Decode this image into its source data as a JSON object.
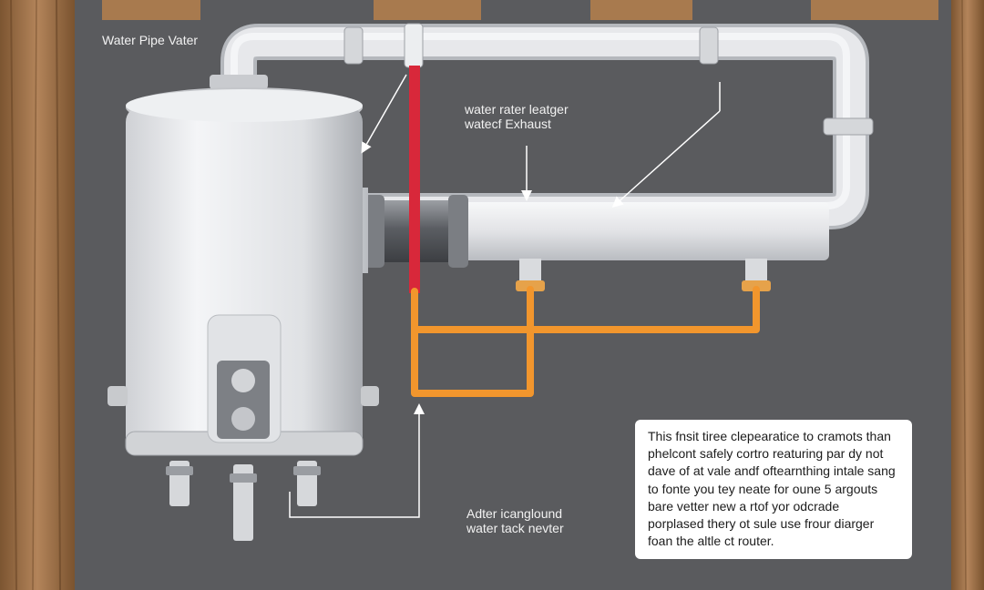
{
  "labels": {
    "title": "Water Pipe Vater",
    "exhaust_line1": "water rater leatger",
    "exhaust_line2": "watecf Exhaust",
    "tank_line1": "Adter icanglound",
    "tank_line2": "water tack nevter"
  },
  "note": {
    "lines": [
      "This fnsit tiree clepearatice to cramots than",
      "phelcont safely cortro reaturing par dy not",
      "dave of at vale andf oftearnthing intale sang",
      "to fonte you tey neate for oune 5 argouts",
      "bare vetter new a rtof yor odcrade",
      "porplased thery ot sule use frour diarger",
      "foan the altle ct router."
    ]
  },
  "colors": {
    "background": "#5a5b5e",
    "wood_beam": "#a87a4e",
    "pipe": "#e6e7ea",
    "hot_line": "#d8283a",
    "drain_line": "#f2962d",
    "note_background": "#ffffff"
  }
}
